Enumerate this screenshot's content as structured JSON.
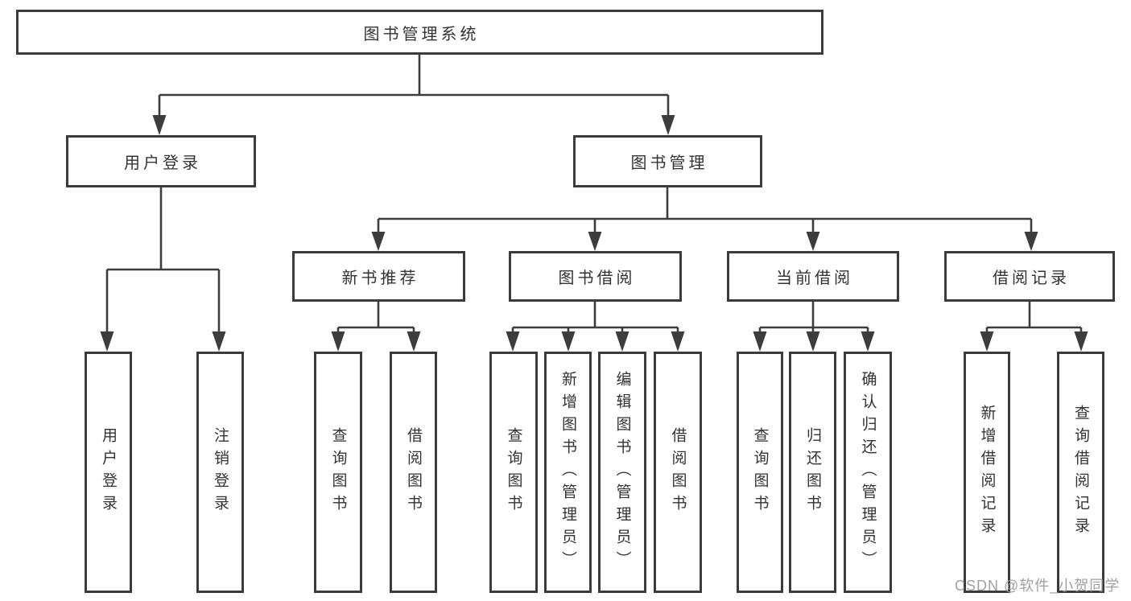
{
  "tree": {
    "label": "图书管理系统",
    "children": [
      {
        "label": "用户登录",
        "children": [
          {
            "label": "用户登录"
          },
          {
            "label": "注销登录"
          }
        ]
      },
      {
        "label": "图书管理",
        "children": [
          {
            "label": "新书推荐",
            "children": [
              {
                "label": "查询图书"
              },
              {
                "label": "借阅图书"
              }
            ]
          },
          {
            "label": "图书借阅",
            "children": [
              {
                "label": "查询图书"
              },
              {
                "label": "新增图书（管理员）"
              },
              {
                "label": "编辑图书（管理员）"
              },
              {
                "label": "借阅图书"
              }
            ]
          },
          {
            "label": "当前借阅",
            "children": [
              {
                "label": "查询图书"
              },
              {
                "label": "归还图书"
              },
              {
                "label": "确认归还（管理员）"
              }
            ]
          },
          {
            "label": "借阅记录",
            "children": [
              {
                "label": "新增借阅记录"
              },
              {
                "label": "查询借阅记录"
              }
            ]
          }
        ]
      }
    ]
  },
  "watermark": {
    "text": "CSDN @软件_小贺同学"
  },
  "colors": {
    "background": "#ffffff",
    "line": "#3d3d3d",
    "box_border": "#3b3b3b",
    "text": "#333333",
    "watermark": "#97999d"
  }
}
